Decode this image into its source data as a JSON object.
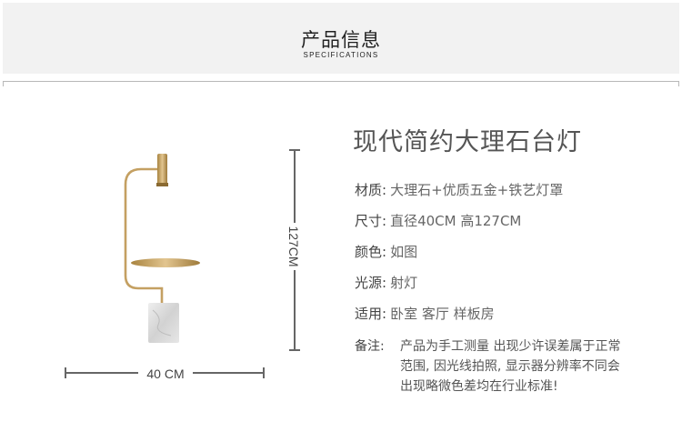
{
  "header": {
    "title": "产品信息",
    "subtitle": "SPECIFICATIONS"
  },
  "dimensions": {
    "height": "127CM",
    "width": "40 CM"
  },
  "product": {
    "title": "现代简约大理石台灯",
    "specs": [
      {
        "label": "材质:",
        "value": "大理石+优质五金+铁艺灯罩"
      },
      {
        "label": "尺寸:",
        "value": "直径40CM 高127CM"
      },
      {
        "label": "颜色:",
        "value": "如图"
      },
      {
        "label": "光源:",
        "value": "射灯"
      },
      {
        "label": "适用:",
        "value": "卧室 客厅 样板房"
      }
    ],
    "note_label": "备注:",
    "note_lines": [
      "产品为手工测量 出现少许误差属于正常",
      "范围, 因光线拍照, 显示器分辨率不同会",
      "出现略微色差均在行业标准!"
    ]
  },
  "colors": {
    "gold": "#c9a468",
    "marble": "#dcdcdc",
    "dim_line": "#666666"
  }
}
